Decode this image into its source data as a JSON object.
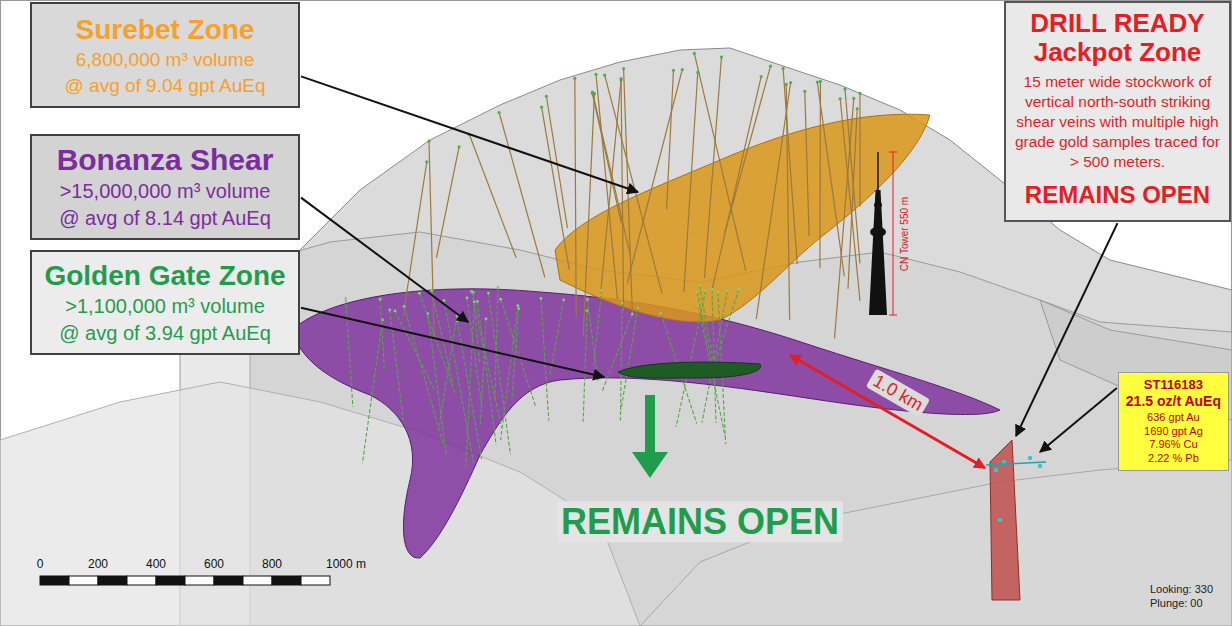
{
  "diagram": {
    "nodes": [
      {
        "text": [
          "Surebet Zone",
          "6,800,000 m³ volume",
          "@ avg of 9.04 gpt AuEq"
        ]
      },
      {
        "text": [
          "Bonanza Shear",
          ">15,000,000 m³ volume",
          "@ avg of 8.14 gpt AuEq"
        ]
      },
      {
        "text": [
          "Golden Gate Zone",
          ">1,100,000 m³ volume",
          "@ avg of 3.94 gpt AuEq"
        ]
      },
      {
        "text": [
          "DRILL READY Jackpot Zone",
          "15 meter wide stockwork of vertical north-south striking shear veins with multiple high grade gold samples traced for > 500 meters.",
          "REMAINS OPEN"
        ]
      },
      {
        "text": [
          "ST116183",
          "21.5 oz/t AuEq",
          "636 gpt Au",
          "1690 gpt Ag",
          "7.96% Cu",
          "2.22 % Pb"
        ]
      }
    ],
    "labels": [
      "REMAINS OPEN",
      "1.0 km",
      "CN Tower 550 m",
      "0",
      "200",
      "400",
      "600",
      "800",
      "1000 m",
      "Looking: 330",
      "Plunge: 00"
    ]
  }
}
